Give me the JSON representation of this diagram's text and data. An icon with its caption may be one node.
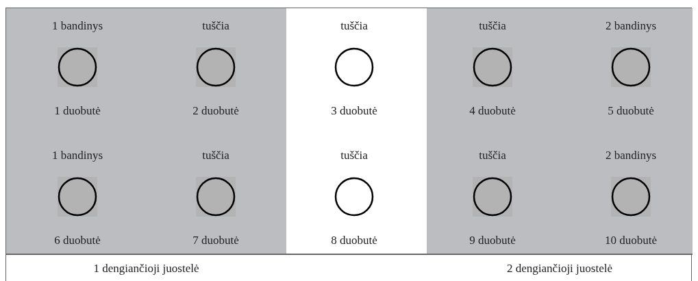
{
  "diagram": {
    "nodes": [
      {
        "text": [
          "1 dengiančioji juostelė"
        ]
      },
      {
        "text": [
          "2 dengiančioji juostelė"
        ]
      },
      {
        "text": [],
        "shape": "circle",
        "in": 0,
        "beside": [
          "1 bandinys",
          "1 duobutė"
        ]
      },
      {
        "text": [],
        "shape": "circle",
        "in": 0,
        "beside": [
          "tuščia",
          "2 duobutė"
        ]
      },
      {
        "text": [],
        "shape": "circle",
        "beside": [
          "tuščia",
          "3 duobutė"
        ]
      },
      {
        "text": [],
        "shape": "circle",
        "in": 1,
        "beside": [
          "tuščia",
          "4 duobutė"
        ]
      },
      {
        "text": [],
        "shape": "circle",
        "in": 1,
        "beside": [
          "2 bandinys",
          "5 duobutė"
        ]
      },
      {
        "text": [],
        "shape": "circle",
        "in": 0,
        "beside": [
          "1 bandinys",
          "6 duobutė"
        ]
      },
      {
        "text": [],
        "shape": "circle",
        "in": 0,
        "beside": [
          "tuščia",
          "7 duobutė"
        ]
      },
      {
        "text": [],
        "shape": "circle",
        "beside": [
          "tuščia",
          "8 duobutė"
        ]
      },
      {
        "text": [],
        "shape": "circle",
        "in": 1,
        "beside": [
          "tuščia",
          "9 duobutė"
        ]
      },
      {
        "text": [],
        "shape": "circle",
        "in": 1,
        "beside": [
          "2 bandinys",
          "10 duobutė"
        ]
      }
    ],
    "edges": []
  }
}
